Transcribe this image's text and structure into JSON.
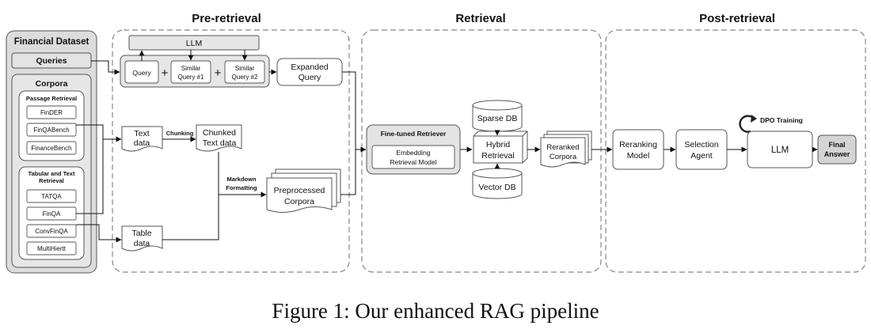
{
  "stages": {
    "pre_retrieval": "Pre-retrieval",
    "retrieval": "Retrieval",
    "post_retrieval": "Post-retrieval"
  },
  "dataset": {
    "title": "Financial Dataset",
    "queries": "Queries",
    "corpora": "Corpora",
    "passage_group": {
      "title": "Passage Retrieval",
      "items": [
        "FinDER",
        "FinQABench",
        "FinanceBench"
      ]
    },
    "tabular_group": {
      "title_line1": "Tabular and Text",
      "title_line2": "Retrieval",
      "items": [
        "TATQA",
        "FinQA",
        "ConvFinQA",
        "MultiHiertt"
      ]
    }
  },
  "pre": {
    "llm": "LLM",
    "query": "Query",
    "plus": "+",
    "similar1_line1": "Similar",
    "similar1_line2": "Query #1",
    "similar2_line1": "Similar",
    "similar2_line2": "Query #2",
    "expanded_line1": "Expanded",
    "expanded_line2": "Query",
    "text_data_line1": "Text",
    "text_data_line2": "data",
    "chunking": "Chunking",
    "chunked_line1": "Chunked",
    "chunked_line2": "Text data",
    "markdown_line1": "Markdown",
    "markdown_line2": "Formatting",
    "preprocessed_line1": "Preprocessed",
    "preprocessed_line2": "Corpora",
    "table_data_line1": "Table",
    "table_data_line2": "data"
  },
  "retrieval": {
    "retriever_title": "Fine-tuned Retriever",
    "embedding_line1": "Embedding",
    "embedding_line2": "Retrieval Model",
    "sparse_db": "Sparse DB",
    "hybrid_line1": "Hybrid",
    "hybrid_line2": "Retrieval",
    "vector_db": "Vector DB",
    "reranked_line1": "Reranked",
    "reranked_line2": "Corpora"
  },
  "post": {
    "reranking_line1": "Reranking",
    "reranking_line2": "Model",
    "selection_line1": "Selection",
    "selection_line2": "Agent",
    "dpo_training": "DPO Training",
    "llm": "LLM",
    "final_line1": "Final",
    "final_line2": "Answer"
  },
  "caption": "Figure 1: Our enhanced RAG pipeline"
}
